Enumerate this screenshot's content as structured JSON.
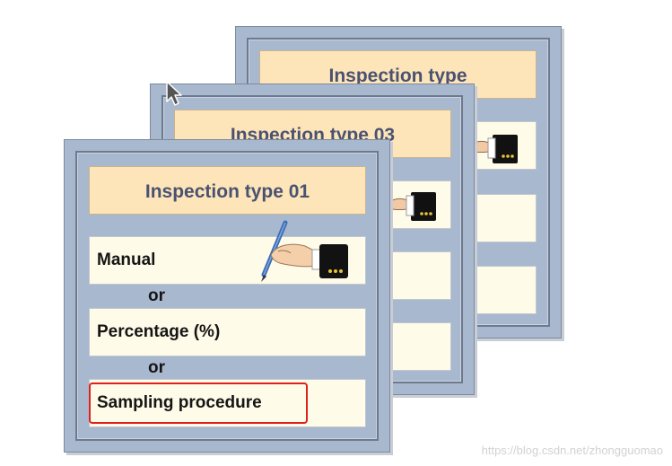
{
  "cards": {
    "back": {
      "title": "Inspection type"
    },
    "middle": {
      "title": "Inspection type 03"
    },
    "front": {
      "title": "Inspection type 01",
      "options": [
        "Manual",
        "Percentage (%)",
        "Sampling procedure"
      ],
      "separator": "or"
    }
  },
  "icons": {
    "hand": "hand-holding-pen-icon",
    "cursor": "mouse-pointer-icon"
  },
  "highlight_color": "#e0201a",
  "watermark": "https://blog.csdn.net/zhongguomao"
}
